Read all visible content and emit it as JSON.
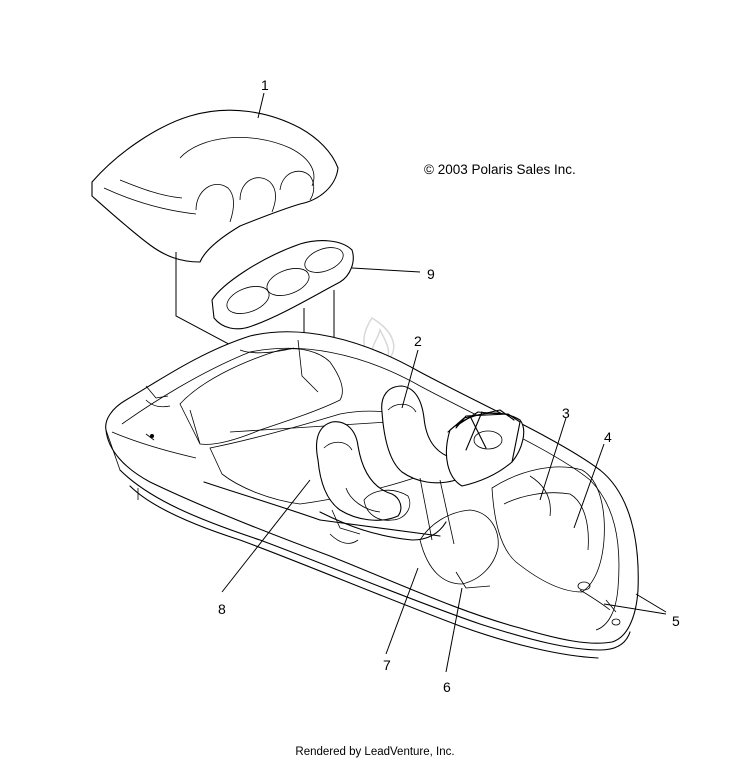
{
  "copyright": "© 2003 Polaris Sales Inc.",
  "footer": "Rendered by LeadVenture, Inc.",
  "callouts": [
    "1",
    "2",
    "3",
    "4",
    "5",
    "6",
    "7",
    "8",
    "9"
  ]
}
